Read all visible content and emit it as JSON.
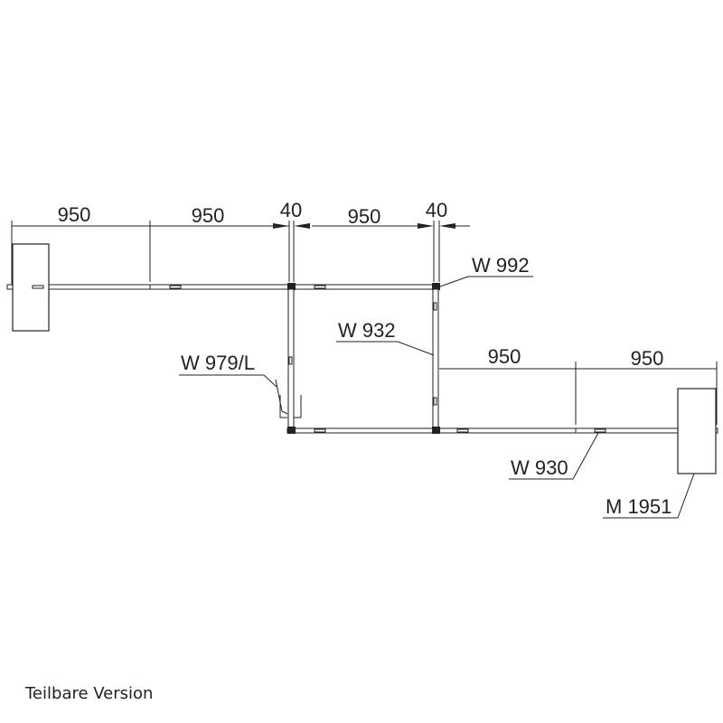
{
  "dimensions": {
    "top_1": "950",
    "top_2": "950",
    "top_3": "40",
    "top_4": "950",
    "top_5": "40",
    "right_1": "950",
    "right_2": "950"
  },
  "labels": {
    "w992": "W 992",
    "w932": "W 932",
    "w979l": "W 979/L",
    "w930": "W 930",
    "m1951": "M 1951"
  },
  "caption": "Teilbare Version",
  "colors": {
    "line": "#222222",
    "background": "#ffffff"
  }
}
